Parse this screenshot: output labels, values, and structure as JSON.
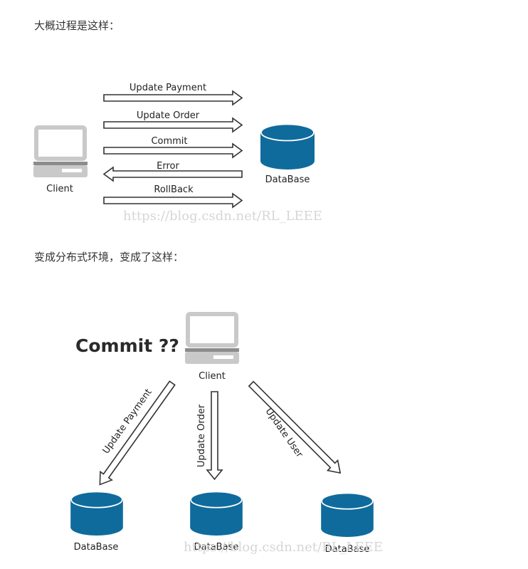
{
  "captions": {
    "intro": "大概过程是这样：",
    "distributed": "变成分布式环境，变成了这样："
  },
  "diagram1": {
    "client_label": "Client",
    "database_label": "DataBase",
    "messages": [
      "Update Payment",
      "Update Order",
      "Commit",
      "Error",
      "RollBack"
    ],
    "watermark": "https://blog.csdn.net/RL_LEEE"
  },
  "diagram2": {
    "heading": "Commit ??",
    "client_label": "Client",
    "arrows": [
      "Update Payment",
      "Update Order",
      "Update User"
    ],
    "databases": [
      "DataBase",
      "DataBase",
      "DataBase"
    ],
    "watermark": "https://blog.csdn.net/RL_LEEE"
  },
  "colors": {
    "database": "#0f6b9c",
    "database_top": "#0f6b9c",
    "monitor": "#c7c7c7"
  }
}
